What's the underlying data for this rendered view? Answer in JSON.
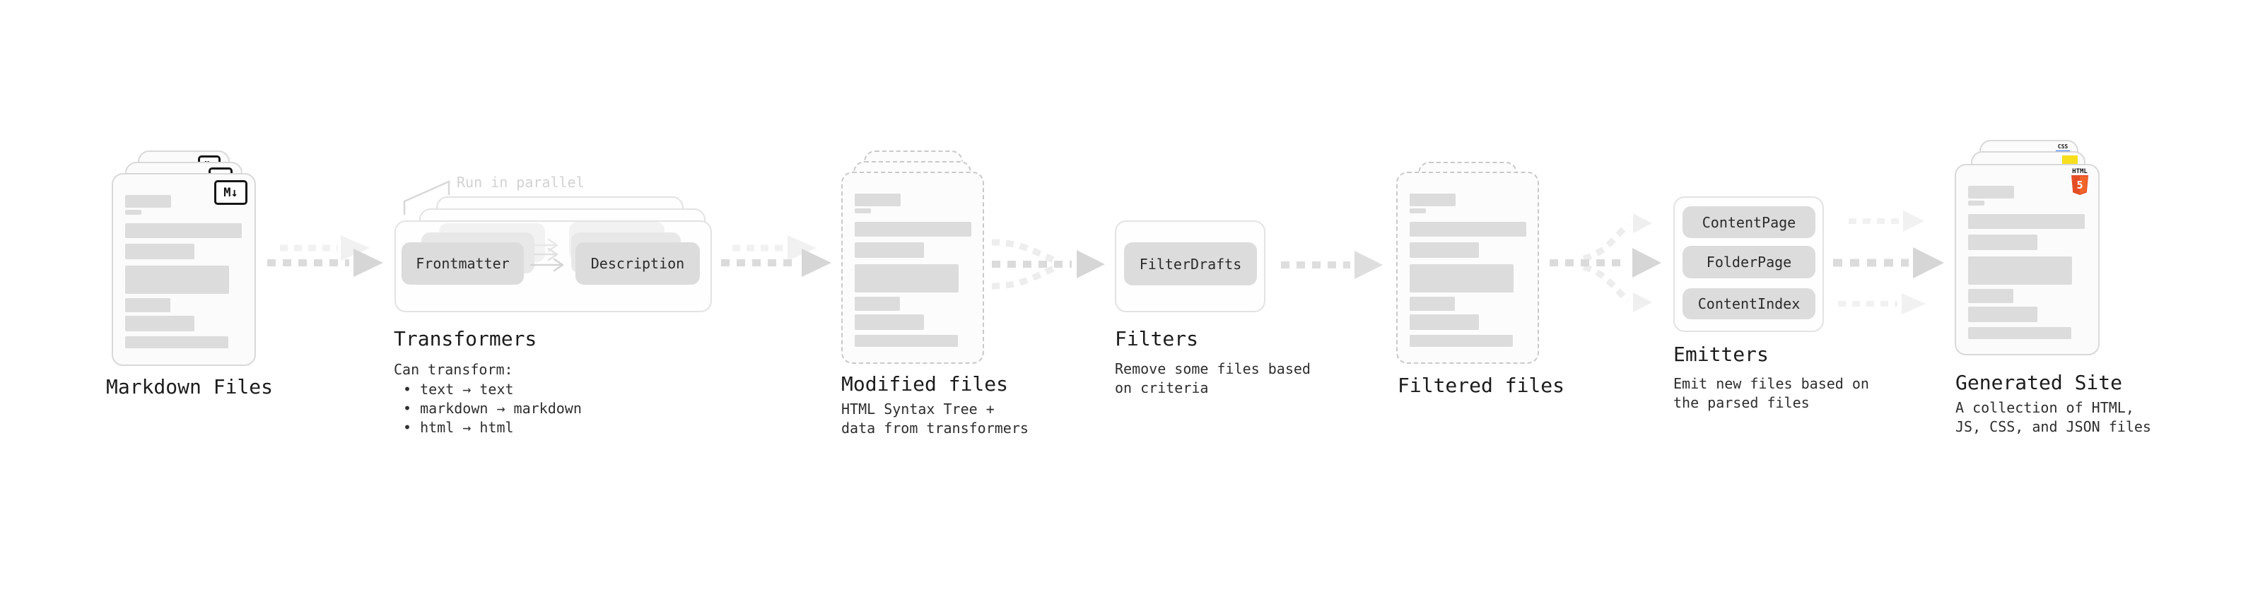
{
  "markdown": {
    "label": "Markdown Files",
    "icon": "M↓"
  },
  "transformers": {
    "label": "Transformers",
    "parallel_note": "Run in parallel",
    "pills": [
      "Frontmatter",
      "Description"
    ],
    "caption_title": "Can transform:",
    "bullets": [
      "• text → text",
      "• markdown → markdown",
      "• html → html"
    ]
  },
  "modified": {
    "label": "Modified files",
    "caption": [
      "HTML Syntax Tree +",
      "data from transformers"
    ]
  },
  "filters": {
    "label": "Filters",
    "pills": [
      "FilterDrafts"
    ],
    "caption": [
      "Remove some files based",
      "on criteria"
    ]
  },
  "filtered": {
    "label": "Filtered files"
  },
  "emitters": {
    "label": "Emitters",
    "pills": [
      "ContentPage",
      "FolderPage",
      "ContentIndex"
    ],
    "caption": [
      "Emit new files based on",
      "the parsed files"
    ]
  },
  "site": {
    "label": "Generated Site",
    "caption": [
      "A collection of HTML,",
      "JS, CSS, and JSON files"
    ],
    "badges": {
      "css": "CSS",
      "html_label": "HTML",
      "html_number": "5"
    }
  },
  "colors": {
    "html5_shield": "#e44d26",
    "html5_shield_light": "#f16529",
    "js_badge": "#f7df1e",
    "css_underline": "#2f6df6",
    "placeholder_bar": "#dcdcdc",
    "dashed_arrow_dark": "#dbdbdb",
    "dashed_arrow_light": "#f1f1f1",
    "text": "#1f1f1f",
    "muted_label": "#d2d2d2"
  }
}
